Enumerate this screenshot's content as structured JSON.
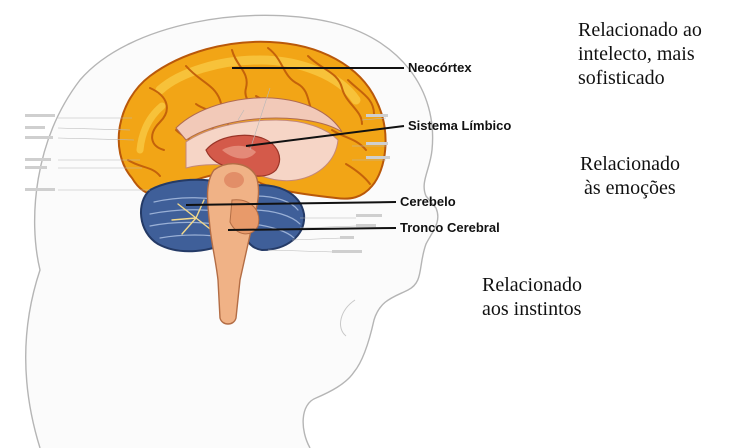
{
  "labels": {
    "neocortex": "Neocórtex",
    "limbic": "Sistema Límbico",
    "cerebellum": "Cerebelo",
    "brainstem": "Tronco Cerebral"
  },
  "descriptions": {
    "neocortex": [
      "Relacionado ao",
      "intelecto, mais",
      "sofisticado"
    ],
    "limbic": [
      "Relacionado",
      "às emoções"
    ],
    "brainstem": [
      "Relacionado",
      "aos instintos"
    ]
  },
  "colors": {
    "cortex": "#f2a516",
    "cortex_light": "#f7c23a",
    "sulci": "#c4620a",
    "cerebellum": "#3f5f99",
    "brainstem": "#f0b286",
    "limbic": "#d45a4a",
    "inner": "#f2c9b8",
    "outline": "#6a6a6a"
  }
}
